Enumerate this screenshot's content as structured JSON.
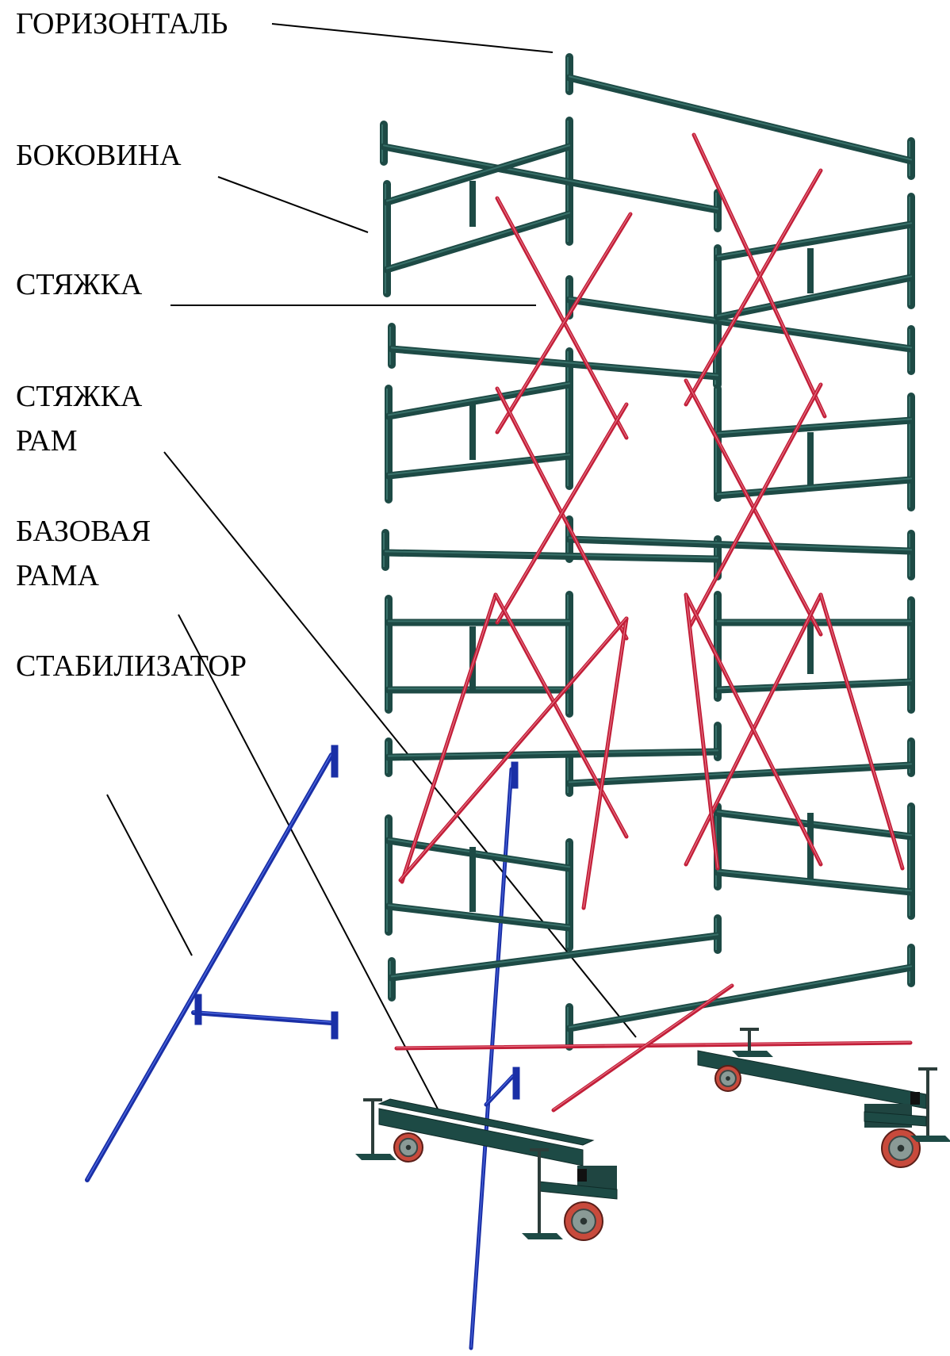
{
  "labels": {
    "horizontal": "ГОРИЗОНТАЛЬ",
    "side_frame": "БОКОВИНА",
    "brace": "СТЯЖКА",
    "frame_brace_line1": "СТЯЖКА",
    "frame_brace_line2": "РАМ",
    "base_frame_line1": "БАЗОВАЯ",
    "base_frame_line2": "РАМА",
    "stabilizer": "СТАБИЛИЗАТОР"
  },
  "colors": {
    "frame": "#1d4a45",
    "frame_highlight": "#3f7a72",
    "brace": "#c21e38",
    "brace_highlight": "#f08a9a",
    "stabilizer": "#1a2fa6",
    "stabilizer_highlight": "#5a78f0",
    "wheel_tire": "#c84a3c",
    "wheel_hub": "#8a9a96",
    "leader": "#000000"
  },
  "icons": {
    "wheel": "caster-wheel-icon",
    "jack": "screw-jack-icon"
  }
}
